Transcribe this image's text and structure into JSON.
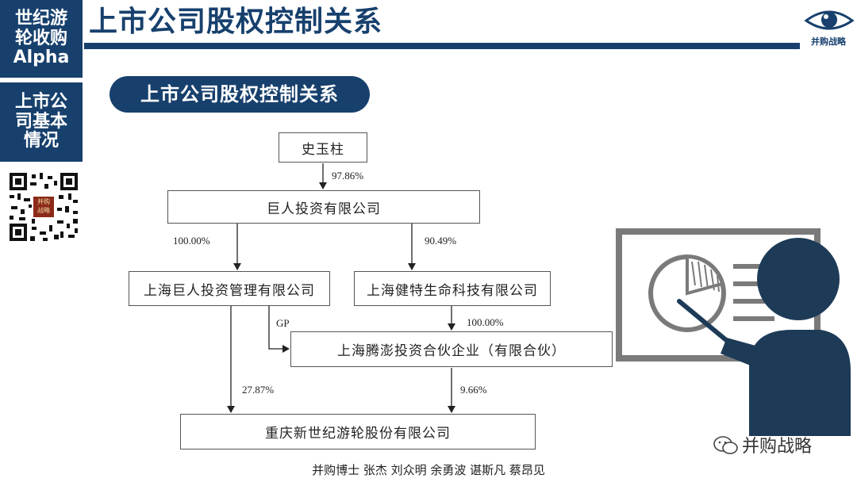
{
  "sidebar": {
    "block1": "世纪游\n轮收购\nAlpha",
    "block2": "上市公\n司基本\n情况",
    "qr_badge": "并购\n战略"
  },
  "header": {
    "title": "上市公司股权控制关系",
    "logo_text": "并购战略"
  },
  "section_pill": "上市公司股权控制关系",
  "diagram": {
    "nodes": {
      "shi": "史玉柱",
      "juren": "巨人投资有限公司",
      "sh_juren": "上海巨人投资管理有限公司",
      "sh_jiante": "上海健特生命科技有限公司",
      "sh_tengpeng": "上海腾澎投资合伙企业（有限合伙）",
      "cq_xsj": "重庆新世纪游轮股份有限公司"
    },
    "labels": {
      "shi_juren": "97.86%",
      "juren_shjuren": "100.00%",
      "juren_jiante": "90.49%",
      "jiante_tengpeng": "100.00%",
      "gp": "GP",
      "shjuren_cq": "27.87%",
      "tengpeng_cq": "9.66%"
    }
  },
  "footer": "并购博士  张杰 刘众明 余勇波 谌斯凡 蔡昂见",
  "watermark": "并购战略",
  "colors": {
    "navy": "#17406d",
    "presenter_gray": "#7a7a7a",
    "presenter_navy": "#1d3b57"
  }
}
